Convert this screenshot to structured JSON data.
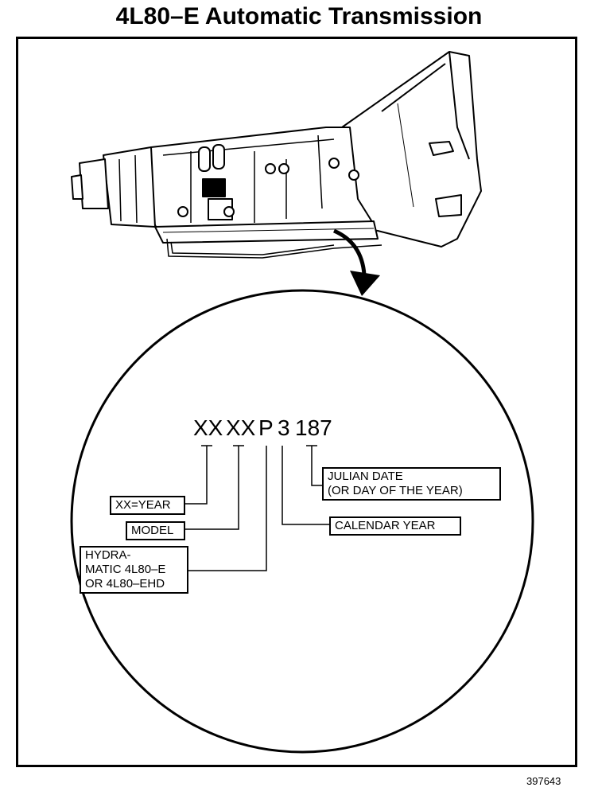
{
  "title": "4L80–E Automatic Transmission",
  "code_segments": {
    "year": "XX",
    "model": "XX",
    "plant": "P",
    "calendar_year": "3",
    "julian": "187"
  },
  "labels": {
    "julian_line1": "JULIAN DATE",
    "julian_line2": "(OR DAY OF THE YEAR)",
    "year": "XX=YEAR",
    "model": "MODEL",
    "calendar_year": "CALENDAR YEAR",
    "hydra_line1": "HYDRA-",
    "hydra_line2": "MATIC 4L80–E",
    "hydra_line3": "OR 4L80–EHD"
  },
  "figure_number": "397643"
}
